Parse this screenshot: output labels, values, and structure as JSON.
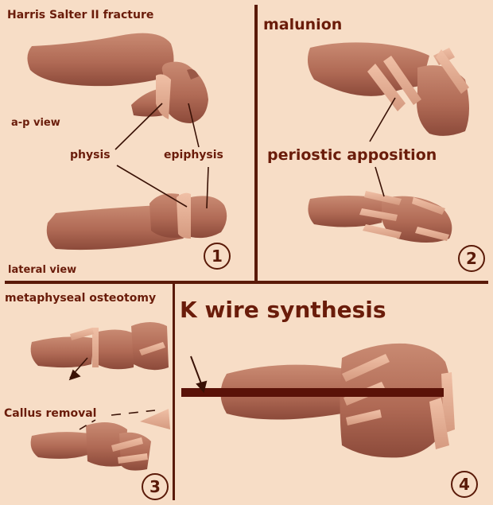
{
  "panel1": {
    "title": "Harris Salter II fracture",
    "ap_view": "a-p view",
    "physis": "physis",
    "epiphysis": "epiphysis",
    "lateral_view": "lateral view",
    "number": "1"
  },
  "panel2": {
    "title": "malunion",
    "periostic": "periostic apposition",
    "number": "2"
  },
  "panel3": {
    "title": "metaphyseal osteotomy",
    "callus": "Callus removal",
    "number": "3"
  },
  "panel4": {
    "title": "K wire synthesis",
    "number": "4"
  },
  "colors": {
    "background": "#f7ddc6",
    "clay": "#b8705a",
    "clay_dark": "#8e4a38",
    "wire": "#5a1208",
    "label": "#6a1c0a",
    "divider": "#5a1a08"
  }
}
